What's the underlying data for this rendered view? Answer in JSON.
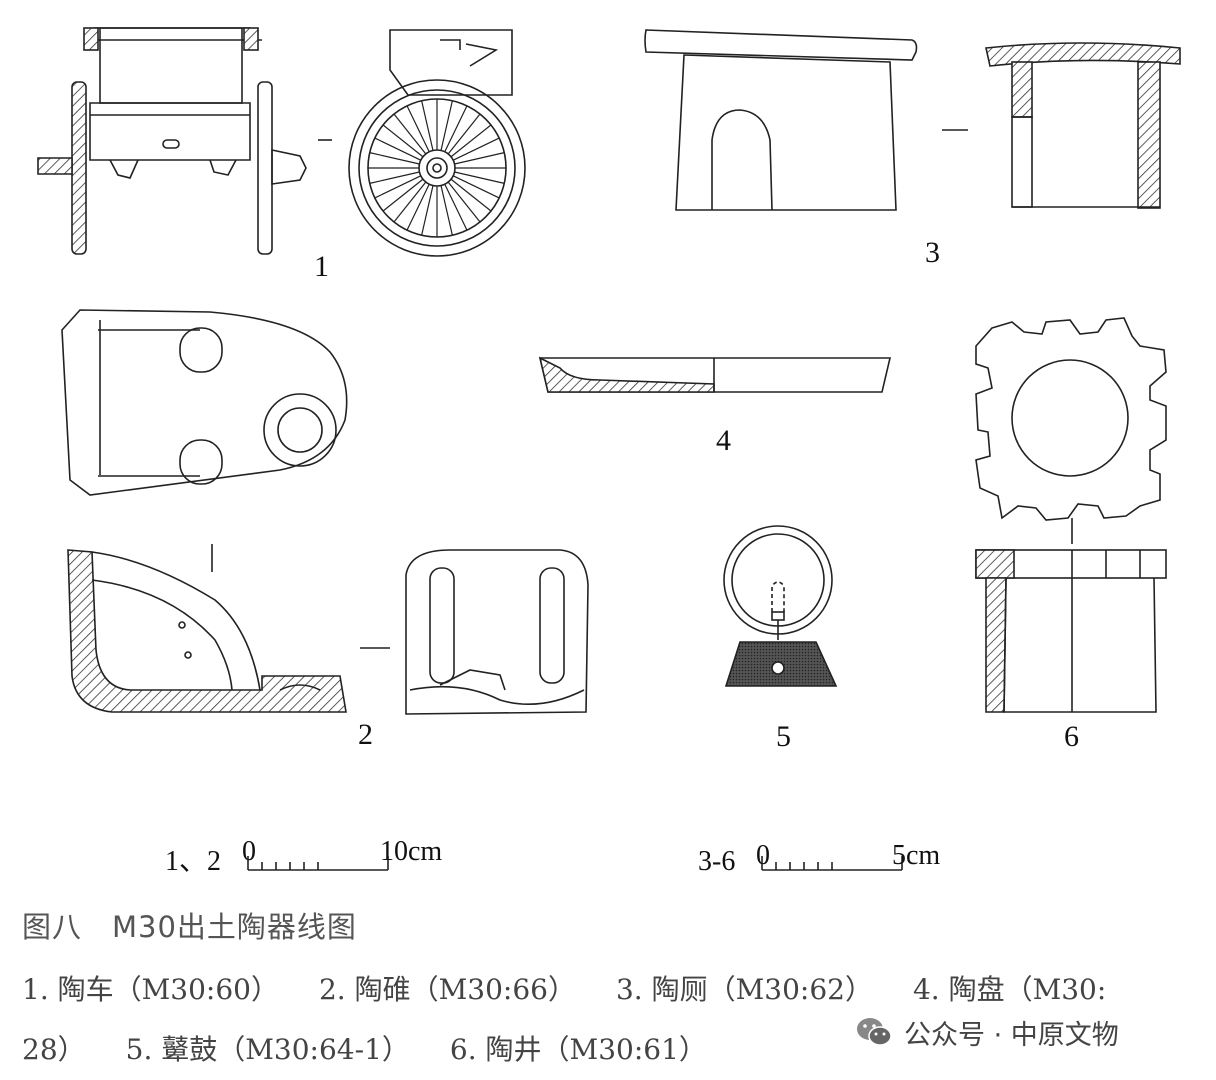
{
  "labels": {
    "item1": "1",
    "item2": "2",
    "item3": "3",
    "item4": "4",
    "item5": "5",
    "item6": "6"
  },
  "scales": [
    {
      "group": "1、2",
      "start": "0",
      "end": "10cm"
    },
    {
      "group": "3-6",
      "start": "0",
      "end": "5cm"
    }
  ],
  "caption": {
    "title": "图八　M30出土陶器线图",
    "line1": [
      "1. 陶车（M30:60）",
      "2. 陶碓（M30:66）",
      "3. 陶厕（M30:62）",
      "4. 陶盘（M30:"
    ],
    "line2": [
      "28）",
      "5. 鼙鼓（M30:64-1）",
      "6. 陶井（M30:61）"
    ]
  },
  "watermark": {
    "icon": "wechat-icon",
    "text": "公众号 · 中原文物"
  }
}
